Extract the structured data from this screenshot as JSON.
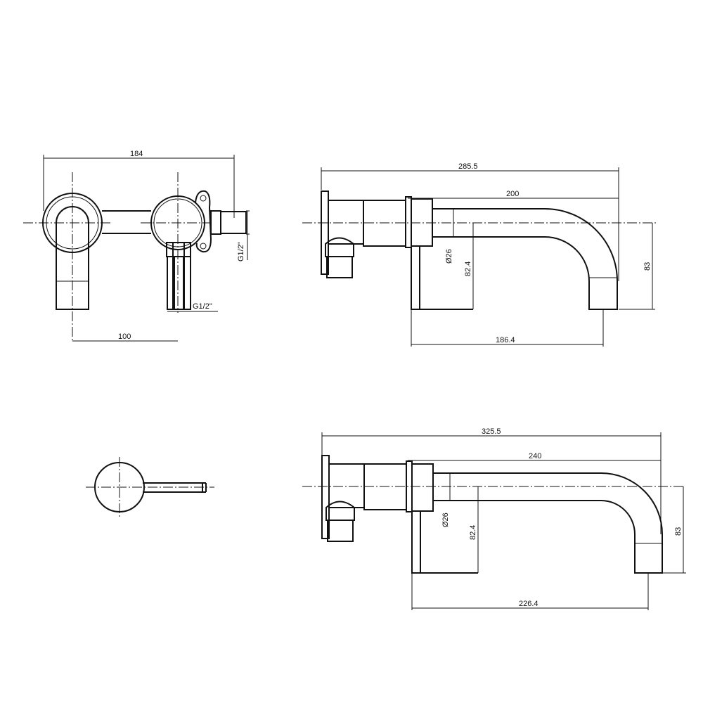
{
  "front_view": {
    "overall_width": "184",
    "centre_distance": "100",
    "outlet_thread": "G1/2\"",
    "inlet_thread": "G1/2\""
  },
  "side_view_200": {
    "overall_length": "285.5",
    "spout_length": "200",
    "spout_diameter": "Ø26",
    "spout_drop": "82.4",
    "outlet_height": "83",
    "projection": "186.4"
  },
  "side_view_240": {
    "overall_length": "325.5",
    "spout_length": "240",
    "spout_diameter": "Ø26",
    "spout_drop": "82.4",
    "outlet_height": "83",
    "projection": "226.4"
  }
}
